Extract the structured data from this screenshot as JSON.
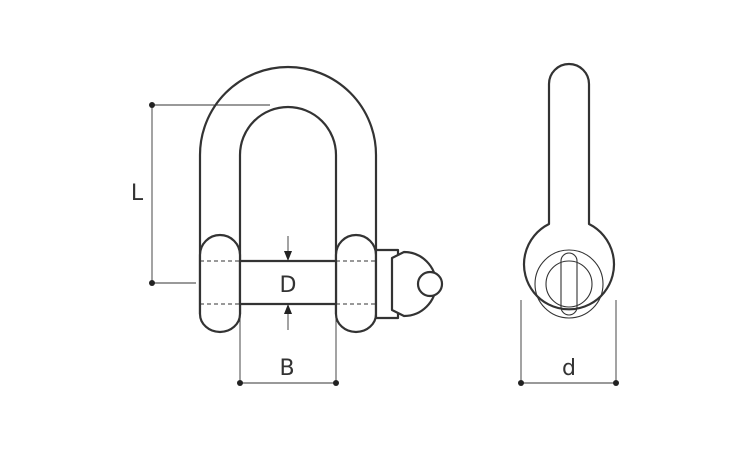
{
  "diagram": {
    "labels": {
      "L": "L",
      "D": "D",
      "B": "B",
      "d": "d"
    },
    "colors": {
      "line": "#333333",
      "background": "#ffffff"
    }
  }
}
